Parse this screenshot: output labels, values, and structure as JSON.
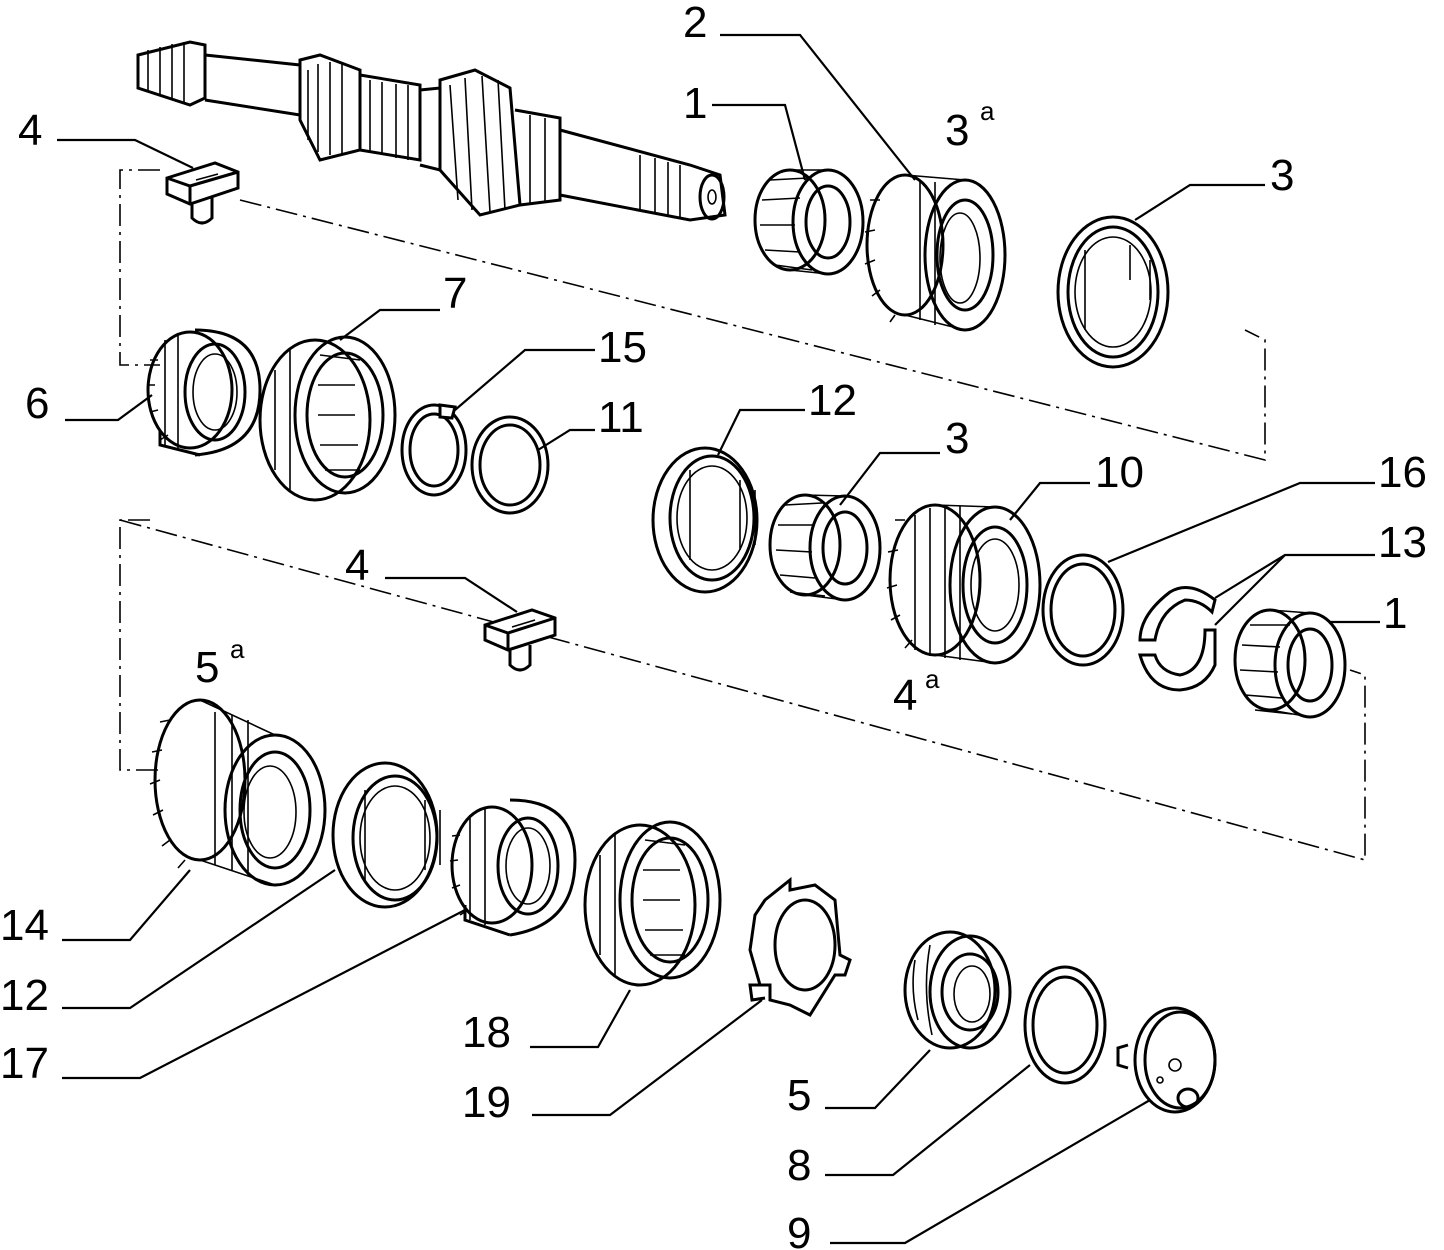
{
  "labels": {
    "p1a": "1",
    "p2": "2",
    "p3a": "3",
    "p3aSup": "a",
    "p3b": "3",
    "p4a": "4",
    "p7": "7",
    "p15": "15",
    "p6": "6",
    "p11": "11",
    "p12a": "12",
    "p3c": "3",
    "p10": "10",
    "p16": "16",
    "p13": "13",
    "p1b": "1",
    "p4b": "4",
    "p4c": "4",
    "p4cSup": "a",
    "p5a": "5",
    "p5aSup": "a",
    "p14": "14",
    "p12b": "12",
    "p17": "17",
    "p18": "18",
    "p19": "19",
    "p5": "5",
    "p8": "8",
    "p9": "9"
  }
}
